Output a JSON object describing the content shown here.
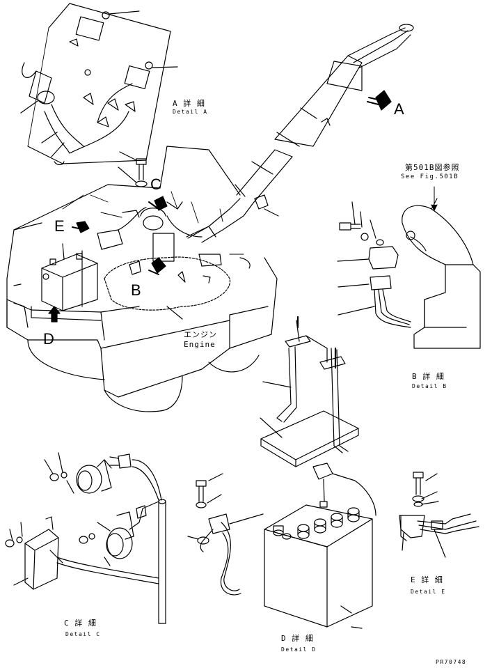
{
  "callouts": {
    "a": "A",
    "b": "B",
    "c": "C",
    "d": "D",
    "e": "E"
  },
  "details": {
    "a": {
      "ja": "A 詳 細",
      "en": "Detail A"
    },
    "b": {
      "ja": "B 詳 細",
      "en": "Detail B"
    },
    "c": {
      "ja": "C 詳 細",
      "en": "Detail C"
    },
    "d": {
      "ja": "D 詳 細",
      "en": "Detail D"
    },
    "e": {
      "ja": "E 詳 細",
      "en": "Detail E"
    }
  },
  "reference": {
    "ja": "第501B図参照",
    "en": "See Fig.501B"
  },
  "engine": {
    "ja": "エンジン",
    "en": "Engine"
  },
  "drawing_number": "PR70748"
}
